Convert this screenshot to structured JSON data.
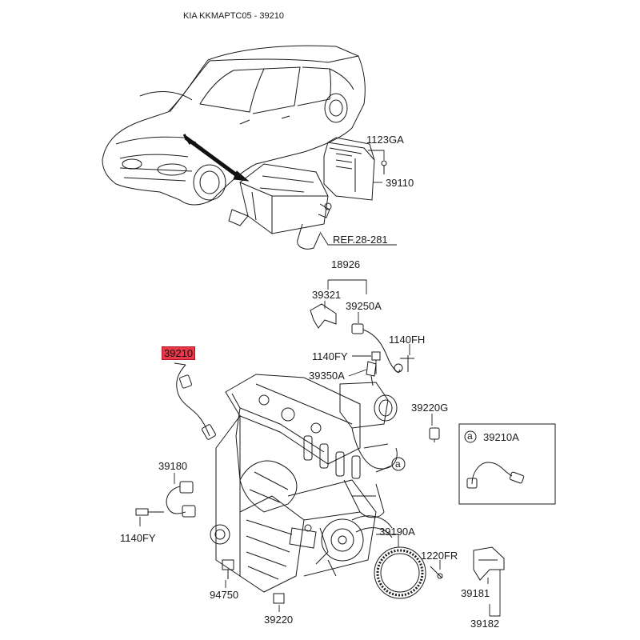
{
  "header": {
    "title": "KIA KKMAPTC05 - 39210"
  },
  "parts": {
    "p1123GA": "1123GA",
    "p39110": "39110",
    "ref": "REF.28-281",
    "p18926": "18926",
    "p39321": "39321",
    "p39250A": "39250A",
    "p1140FH": "1140FH",
    "p1140FY_top": "1140FY",
    "p39350A": "39350A",
    "p39210": "39210",
    "p39220G": "39220G",
    "p39180": "39180",
    "p1140FY_bottom": "1140FY",
    "p39190A": "39190A",
    "p1220FR": "1220FR",
    "p94750": "94750",
    "p39220": "39220",
    "p39181": "39181",
    "p39182": "39182"
  },
  "inset": {
    "marker": "a",
    "part": "39210A"
  },
  "callout": {
    "marker": "a"
  },
  "colors": {
    "highlight": "#e8384a",
    "line": "#1a1a1a"
  }
}
